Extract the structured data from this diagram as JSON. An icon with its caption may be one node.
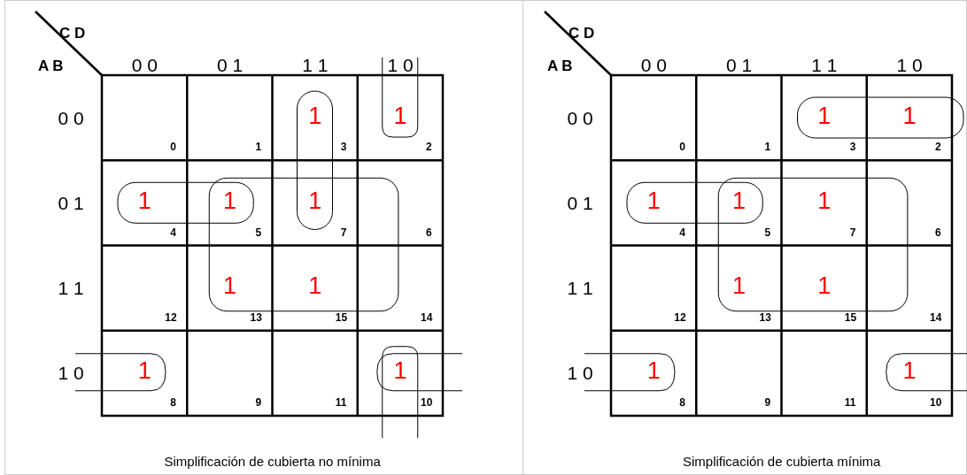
{
  "diagram": {
    "labels": [
      "C D",
      "A B",
      "0 0",
      "0 1",
      "1 1",
      "1 0",
      "0 0",
      "0",
      "1",
      "1",
      "3",
      "1",
      "2",
      "0 1",
      "1",
      "4",
      "1",
      "5",
      "1",
      "7",
      "6",
      "1 1",
      "12",
      "1",
      "13",
      "1",
      "15",
      "14",
      "1 0",
      "1",
      "8",
      "9",
      "11",
      "1",
      "10",
      "Simplificación de cubierta no mínima",
      "C D",
      "A B",
      "0 0",
      "0 1",
      "1 1",
      "1 0",
      "0 0",
      "0",
      "1",
      "1",
      "3",
      "1",
      "2",
      "0 1",
      "1",
      "4",
      "1",
      "5",
      "1",
      "7",
      "6",
      "1 1",
      "12",
      "1",
      "13",
      "1",
      "15",
      "14",
      "1 0",
      "1",
      "8",
      "9",
      "11",
      "1",
      "10",
      "Simplificación de cubierta mínima"
    ]
  }
}
